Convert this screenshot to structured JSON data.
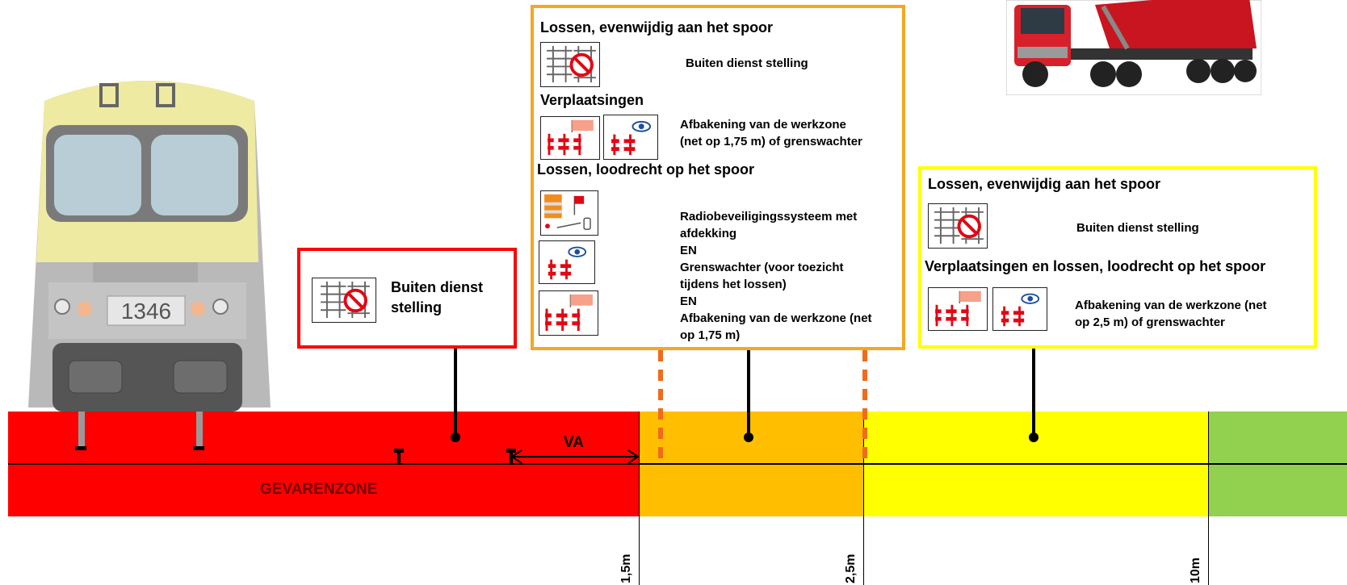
{
  "colors": {
    "danger": "#ff0000",
    "orange": "#ffbf00",
    "yellow": "#ffff00",
    "green": "#92d050",
    "orange_border": "#f5a623",
    "dash": "#f26a1b"
  },
  "train": {
    "number": "1346"
  },
  "zones": {
    "danger_label": "GEVARENZONE",
    "va_label": "VA"
  },
  "distances": {
    "d1": "1,5m",
    "d2": "2,5m",
    "d3": "10m"
  },
  "red_box": {
    "text_line1": "Buiten dienst",
    "text_line2": "stelling",
    "icon": "track-closed-icon"
  },
  "orange_box": {
    "heading1": "Lossen, evenwijdig aan het spoor",
    "text1": "Buiten dienst stelling",
    "heading2": "Verplaatsingen",
    "text2_line1": "Afbakening van de werkzone",
    "text2_line2": "(net op 1,75 m) of grenswachter",
    "heading3": "Lossen, loodrecht op het spoor",
    "text3_line1": "Radiobeveiligingssysteem met",
    "text3_line2": "afdekking",
    "text3_line3": "EN",
    "text3_line4": "Grenswachter (voor toezicht",
    "text3_line5": "tijdens het lossen)",
    "text3_line6": "EN",
    "text3_line7": "Afbakening van de werkzone (net",
    "text3_line8": "op 1,75 m)"
  },
  "yellow_box": {
    "heading1": "Lossen, evenwijdig aan het spoor",
    "text1": "Buiten dienst stelling",
    "heading2": "Verplaatsingen en lossen, loodrecht op het spoor",
    "text2_line1": "Afbakening van de werkzone (net",
    "text2_line2": "op 2,5 m) of grenswachter"
  }
}
